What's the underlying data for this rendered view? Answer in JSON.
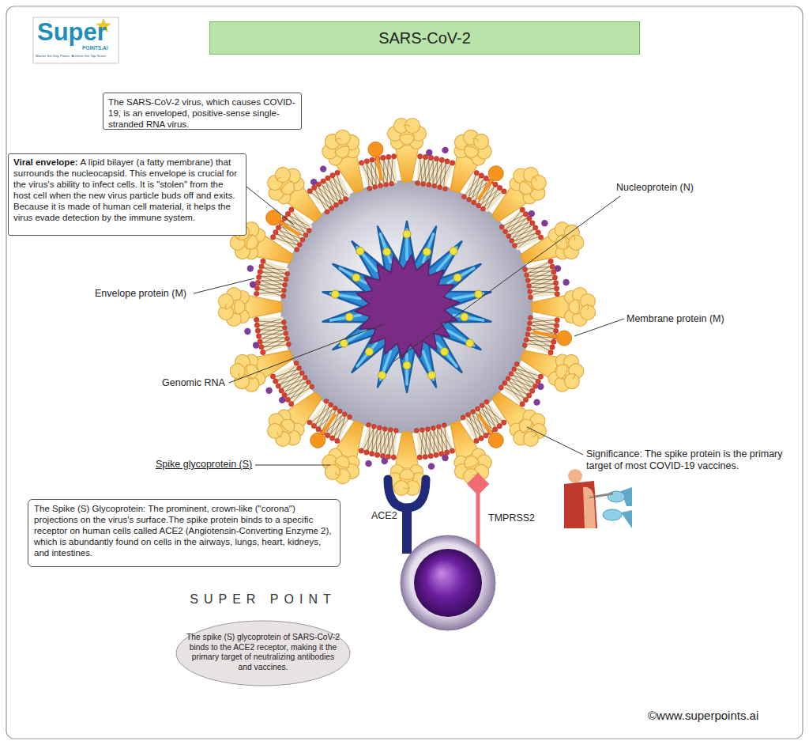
{
  "diagram": {
    "title": "SARS-CoV-2",
    "nodes": [
      {
        "text": [
          "The SARS-CoV-2 virus, which causes COVID-19, is an enveloped, positive-sense single-stranded RNA virus."
        ]
      },
      {
        "text": [
          "Viral envelope:",
          "A lipid bilayer (a fatty membrane) that surrounds the nucleocapsid. This envelope is crucial for the virus's ability to infect cells. It is \"stolen\" from the host cell when the new virus particle buds off and exits. Because it is made of human cell material, it helps the virus evade detection by the immune system."
        ]
      },
      {
        "text": [
          "The Spike (S) Glycoprotein: The prominent, crown-like (\"corona\") projections on the virus's surface.The spike protein binds to a specific receptor on human cells called ACE2 (Angiotensin-Converting Enzyme 2), which is abundantly found on cells in the airways, lungs, heart, kidneys, and intestines."
        ]
      },
      {
        "text": [
          "SUPER POINT",
          "The spike (S) glycoprotein of SARS-CoV-2 binds to the ACE2 receptor, making it the primary target of neutralizing antibodies and vaccines."
        ]
      }
    ],
    "labels": [
      "Super",
      "POINTS.AI",
      "Master the Key Points, Achieve the Top Score",
      "Nucleoprotein (N)",
      "Envelope protein (M)",
      "Membrane protein (M)",
      "Genomic RNA",
      "Spike glycoprotein (S)",
      "Significance: The spike protein is the primary target of most COVID-19 vaccines.",
      "ACE2",
      "TMPRSS2",
      "©www.superpoints.ai"
    ]
  }
}
